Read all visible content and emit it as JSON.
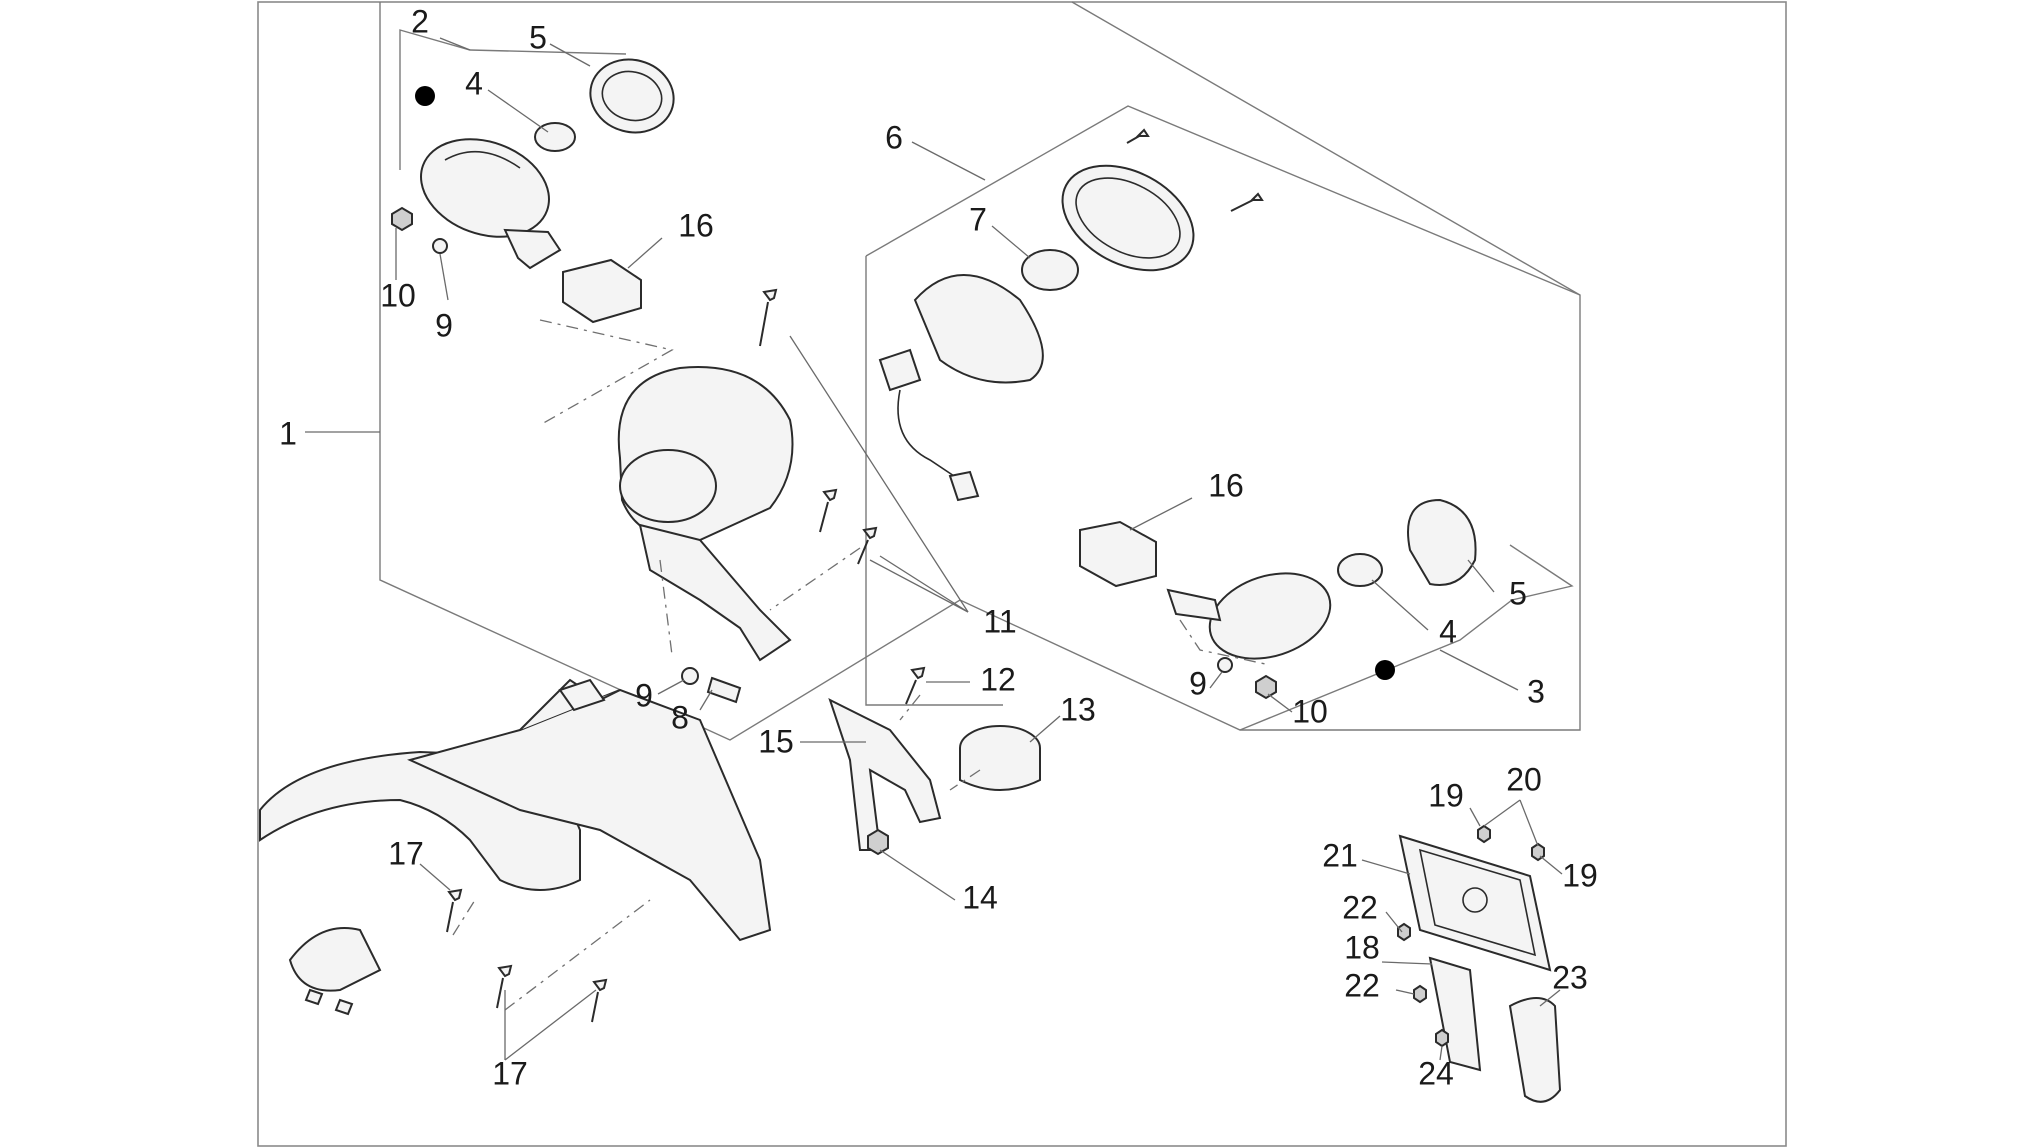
{
  "callouts": {
    "c1": "1",
    "c2": "2",
    "c3": "3",
    "c4a": "4",
    "c4b": "4",
    "c5a": "5",
    "c5b": "5",
    "c6": "6",
    "c7": "7",
    "c8": "8",
    "c9a": "9",
    "c9b": "9",
    "c9c": "9",
    "c10a": "10",
    "c10b": "10",
    "c11": "11",
    "c12": "12",
    "c13": "13",
    "c14": "14",
    "c15": "15",
    "c16a": "16",
    "c16b": "16",
    "c17a": "17",
    "c17b": "17",
    "c18": "18",
    "c19a": "19",
    "c19b": "19",
    "c20": "20",
    "c21": "21",
    "c22a": "22",
    "c22b": "22",
    "c23": "23",
    "c24": "24"
  },
  "colors": {
    "line": "#7a7a7a",
    "outline": "#2b2b2b",
    "background": "#ffffff"
  }
}
